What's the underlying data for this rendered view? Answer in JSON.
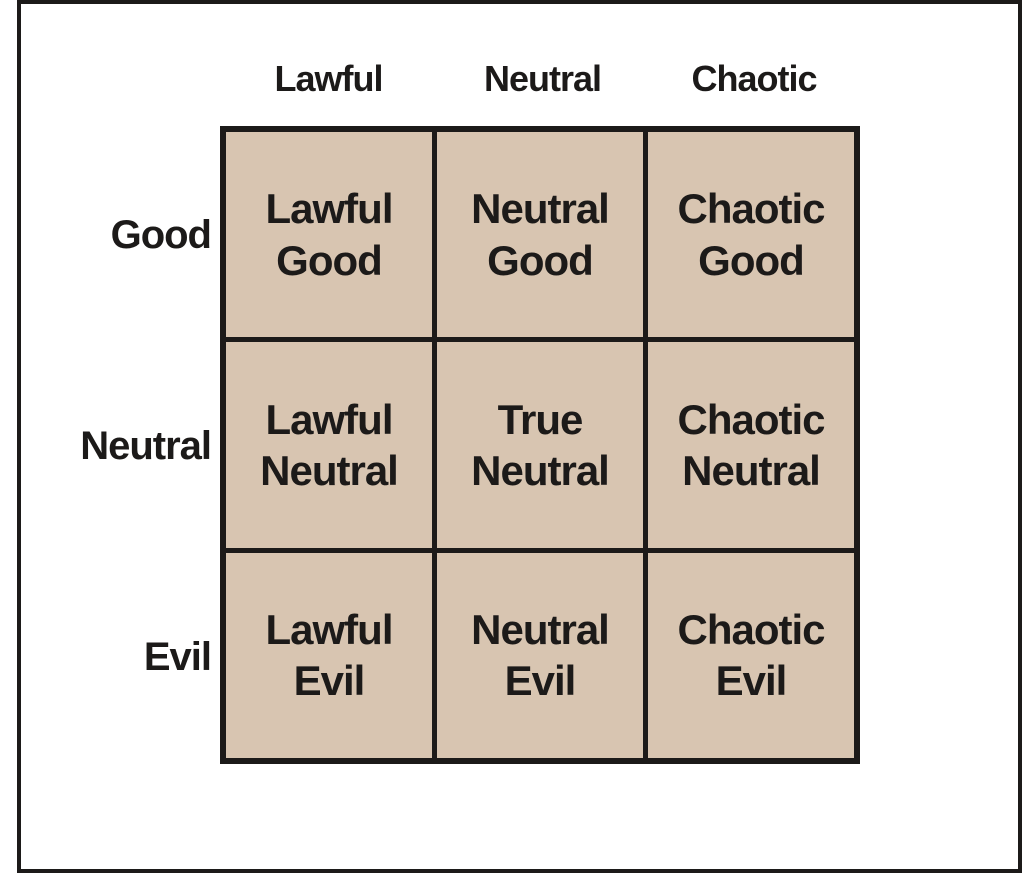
{
  "colors": {
    "page_background": "#ffffff",
    "cell_background": "#d8c5b1",
    "line_and_text": "#1c1a19"
  },
  "matrix": {
    "column_headers": [
      "Lawful",
      "Neutral",
      "Chaotic"
    ],
    "row_headers": [
      "Good",
      "Neutral",
      "Evil"
    ],
    "cells": [
      [
        [
          "Lawful",
          "Good"
        ],
        [
          "Neutral",
          "Good"
        ],
        [
          "Chaotic",
          "Good"
        ]
      ],
      [
        [
          "Lawful",
          "Neutral"
        ],
        [
          "True",
          "Neutral"
        ],
        [
          "Chaotic",
          "Neutral"
        ]
      ],
      [
        [
          "Lawful",
          "Evil"
        ],
        [
          "Neutral",
          "Evil"
        ],
        [
          "Chaotic",
          "Evil"
        ]
      ]
    ]
  }
}
